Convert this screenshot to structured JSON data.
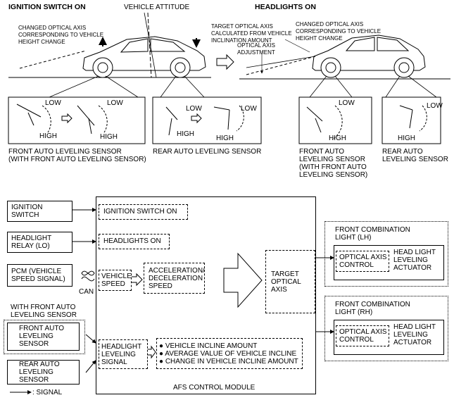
{
  "top": {
    "ignition_title": "IGNITION SWITCH ON",
    "headlights_title": "HEADLIGHTS ON",
    "vehicle_attitude": "VEHICLE ATTITUDE",
    "changed_axis_left": "CHANGED OPTICAL AXIS\nCORRESPONDING TO VEHICLE\nHEIGHT CHANGE",
    "target_axis": "TARGET OPTICAL AXIS\nCALCULATED FROM VEHICLE\nINCLINATION AMOUNT",
    "changed_axis_right": "CHANGED OPTICAL AXIS\nCORRESPONDING TO VEHICLE\nHEIGHT CHANGE",
    "optical_adjust": "OPTICAL AXIS\nADJUSTMENT",
    "low": "LOW",
    "high": "HIGH",
    "front_sensor_left": "FRONT AUTO LEVELING SENSOR\n(WITH FRONT AUTO LEVELING SENSOR)",
    "rear_sensor_left": "REAR AUTO LEVELING SENSOR",
    "front_sensor_right": "FRONT AUTO\nLEVELING SENSOR\n(WITH FRONT AUTO\nLEVELING SENSOR)",
    "rear_sensor_right": "REAR AUTO\nLEVELING SENSOR"
  },
  "block": {
    "ignition_switch": "IGNITION\nSWITCH",
    "headlight_relay": "HEADLIGHT\nRELAY (LO)",
    "pcm": "PCM (VEHICLE\nSPEED SIGNAL)",
    "can": "CAN",
    "with_front": "WITH FRONT AUTO\nLEVELING SENSOR",
    "front_sensor": "FRONT AUTO\nLEVELING\nSENSOR",
    "rear_sensor": "REAR AUTO\nLEVELING\nSENSOR",
    "ign_on": "IGNITION SWITCH ON",
    "head_on": "HEADLIGHTS ON",
    "vehicle_speed": "VEHICLE\nSPEED",
    "accel": "ACCELERATION/\nDECELERATION\nSPEED",
    "target": "TARGET\nOPTICAL\nAXIS",
    "hl_signal": "HEADLIGHT\nLEVELING\nSIGNAL",
    "incline": "● VEHICLE INCLINE AMOUNT\n● AVERAGE VALUE OF VEHICLE INCLINE\n● CHANGE IN VEHICLE INCLINE AMOUNT",
    "afs": "AFS CONTROL MODULE",
    "fcl_lh": "FRONT COMBINATION\nLIGHT (LH)",
    "fcl_rh": "FRONT COMBINATION\nLIGHT (RH)",
    "oac": "OPTICAL AXIS\nCONTROL",
    "actuator": "HEAD LIGHT\nLEVELING\nACTUATOR",
    "signal_legend": ": SIGNAL"
  }
}
